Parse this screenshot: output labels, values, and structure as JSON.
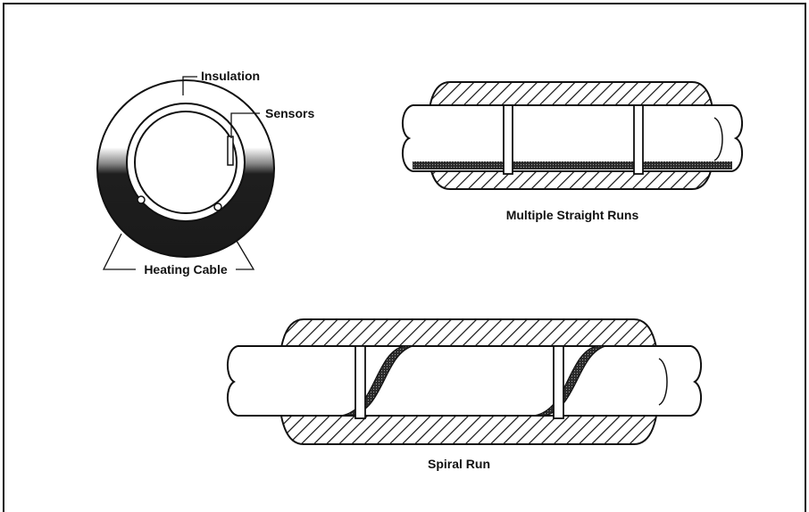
{
  "labels": {
    "insulation": "Insulation",
    "sensors": "Sensors",
    "heating_cable": "Heating Cable",
    "multiple_straight_runs": "Multiple Straight Runs",
    "spiral_run": "Spiral Run"
  },
  "colors": {
    "line": "#111111",
    "background": "#ffffff",
    "dark_fill": "#1a1a1a"
  }
}
